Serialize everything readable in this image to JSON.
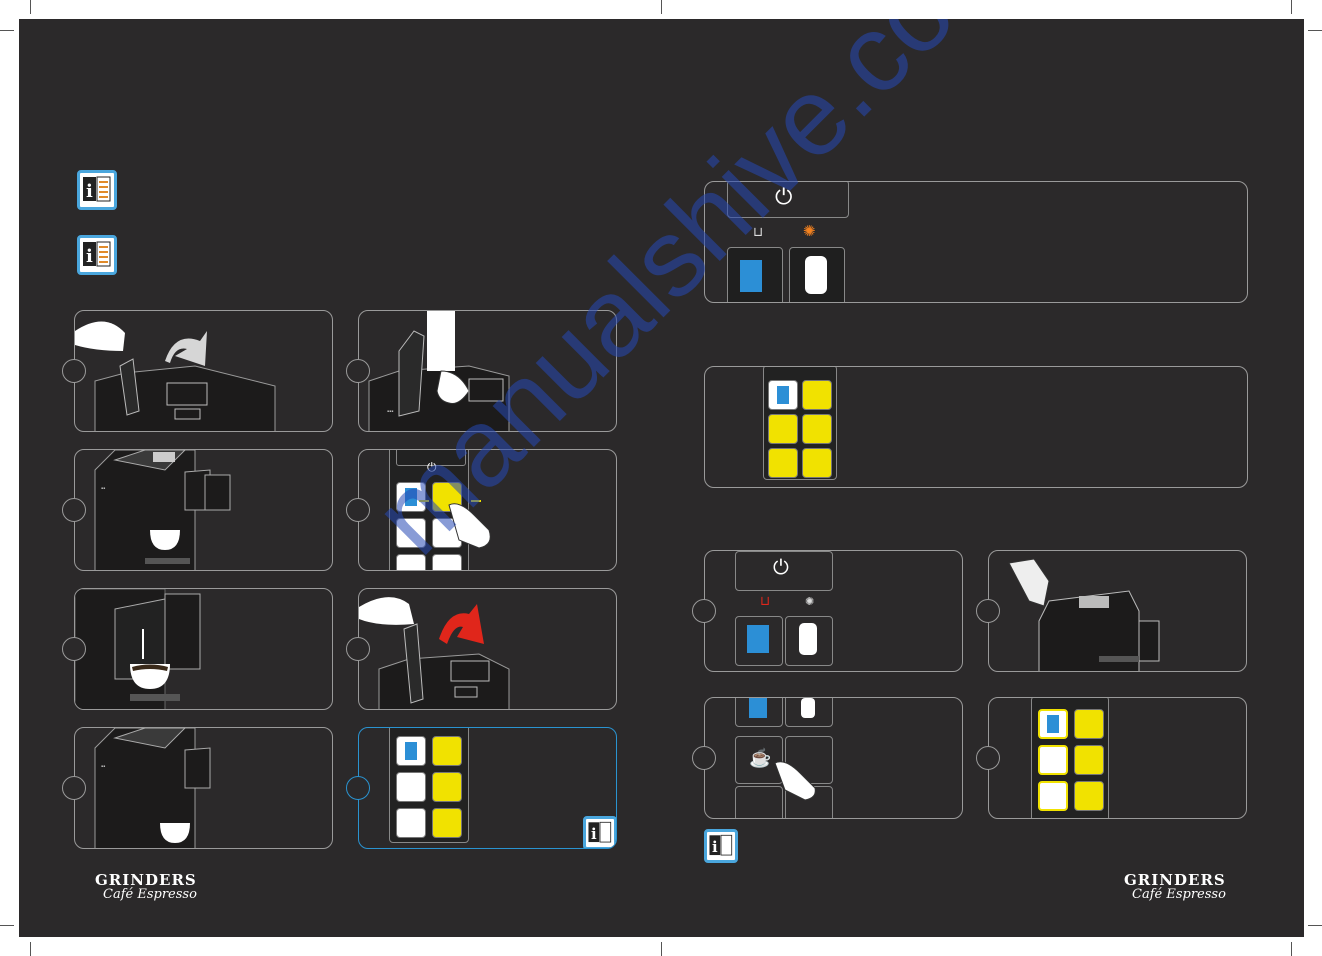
{
  "brand_left": {
    "line1": "GRINDERS",
    "line2": "Café Espresso"
  },
  "brand_right": {
    "line1": "GRINDERS",
    "line2": "Café Espresso"
  },
  "watermark": "manualshive.com",
  "icons": {
    "info": "info-book-icon",
    "power": "power-icon",
    "water": "water-tank-icon",
    "descale": "descale-icon",
    "cup": "coffee-cup-icon"
  },
  "colors": {
    "background": "#2b292a",
    "accent_blue": "#2a93d0",
    "button_lit": "#f1e200",
    "warning_orange": "#f5821f",
    "warning_red": "#e0261b",
    "water_blue": "#2c8fd6"
  }
}
